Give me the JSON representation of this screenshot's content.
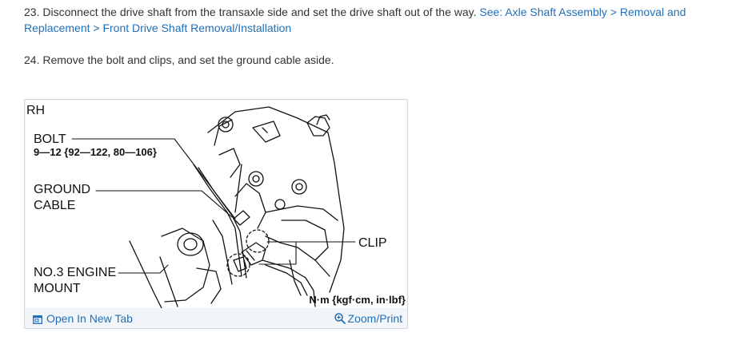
{
  "steps": {
    "s23": {
      "text": "23. Disconnect the drive shaft from the transaxle side and set the drive shaft out of the way. ",
      "link": "See: Axle Shaft Assembly > Removal and Replacement > Front Drive Shaft Removal/Installation"
    },
    "s24": {
      "text": "24. Remove the bolt and clips, and set the ground cable aside."
    }
  },
  "figure": {
    "side_label": "RH",
    "bolt_label": "BOLT",
    "bolt_torque": "9—12 {92—122, 80—106}",
    "ground_label_1": "GROUND",
    "ground_label_2": "CABLE",
    "clip_label": "CLIP",
    "mount_label_1": "NO.3 ENGINE",
    "mount_label_2": "MOUNT",
    "units": "N·m {kgf·cm, in·lbf}",
    "open_new_tab": "Open In New Tab",
    "zoom_print": "Zoom/Print",
    "colors": {
      "link": "#1f6fb8",
      "frame_bg": "#f3f6f9",
      "frame_border": "#cfd8e0"
    }
  }
}
